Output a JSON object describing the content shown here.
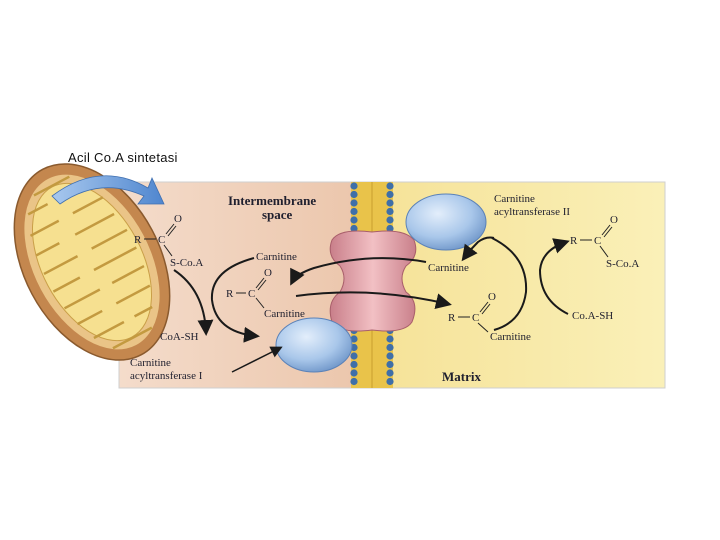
{
  "slide": {
    "title": "Acil Co.A sintetasi"
  },
  "diagram": {
    "regions": {
      "intermembrane": "Intermembrane",
      "intermembrane_line2": "space",
      "matrix": "Matrix"
    },
    "enzymes": {
      "cat1_line1": "Carnitine",
      "cat1_line2": "acyltransferase I",
      "cat2_line1": "Carnitine",
      "cat2_line2": "acyltransferase II"
    },
    "left": {
      "acyl_r": "R",
      "acyl_c": "C",
      "acyl_o": "O",
      "acyl_s": "S-Co.A",
      "coash": "CoA-SH",
      "carnitine": "Carnitine",
      "ac_r": "R",
      "ac_c": "C",
      "ac_o": "O",
      "ac_carnitine": "Carnitine"
    },
    "right": {
      "carnitine": "Carnitine",
      "ac_r": "R",
      "ac_c": "C",
      "ac_o": "O",
      "ac_carnitine": "Carnitine",
      "acyl_r": "R",
      "acyl_c": "C",
      "acyl_o": "O",
      "acyl_s": "S-Co.A",
      "coash": "Co.A-SH"
    },
    "colors": {
      "intermembrane_bg": "#f1d3bf",
      "matrix_bg": "#f8eca6",
      "mito_outer": "#cf8f55",
      "mito_inner": "#f3d88a",
      "protein_pink": "#e3a0a8",
      "enzyme_blue": "#9cbde4",
      "membrane_head": "#3f6fa8",
      "membrane_tail": "#e8c34a",
      "arrow_blue": "#6f9fd8",
      "arrow_dark": "#1a1a1a"
    }
  }
}
